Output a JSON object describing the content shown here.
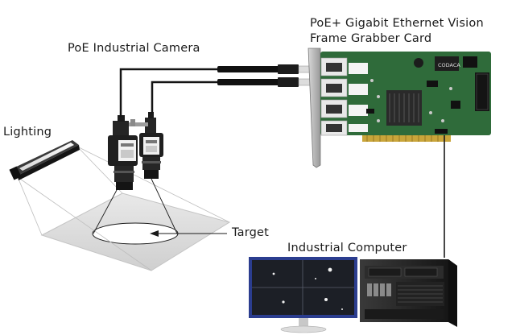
{
  "labels": {
    "camera": "PoE Industrial Camera",
    "card_line1": "PoE+ Gigabit Ethernet Vision",
    "card_line2": "Frame Grabber Card",
    "lighting": "Lighting",
    "target": "Target",
    "computer": "Industrial Computer"
  },
  "card_brand": "CODACA",
  "colors": {
    "pcb_green": "#2f6b3a",
    "cable": "#1a1a1a",
    "target_plane": "#d9d9d9",
    "heatsink": "#2a2a2a",
    "screen_bg": "#1c1f26",
    "bezel": "#2b3d8f"
  }
}
